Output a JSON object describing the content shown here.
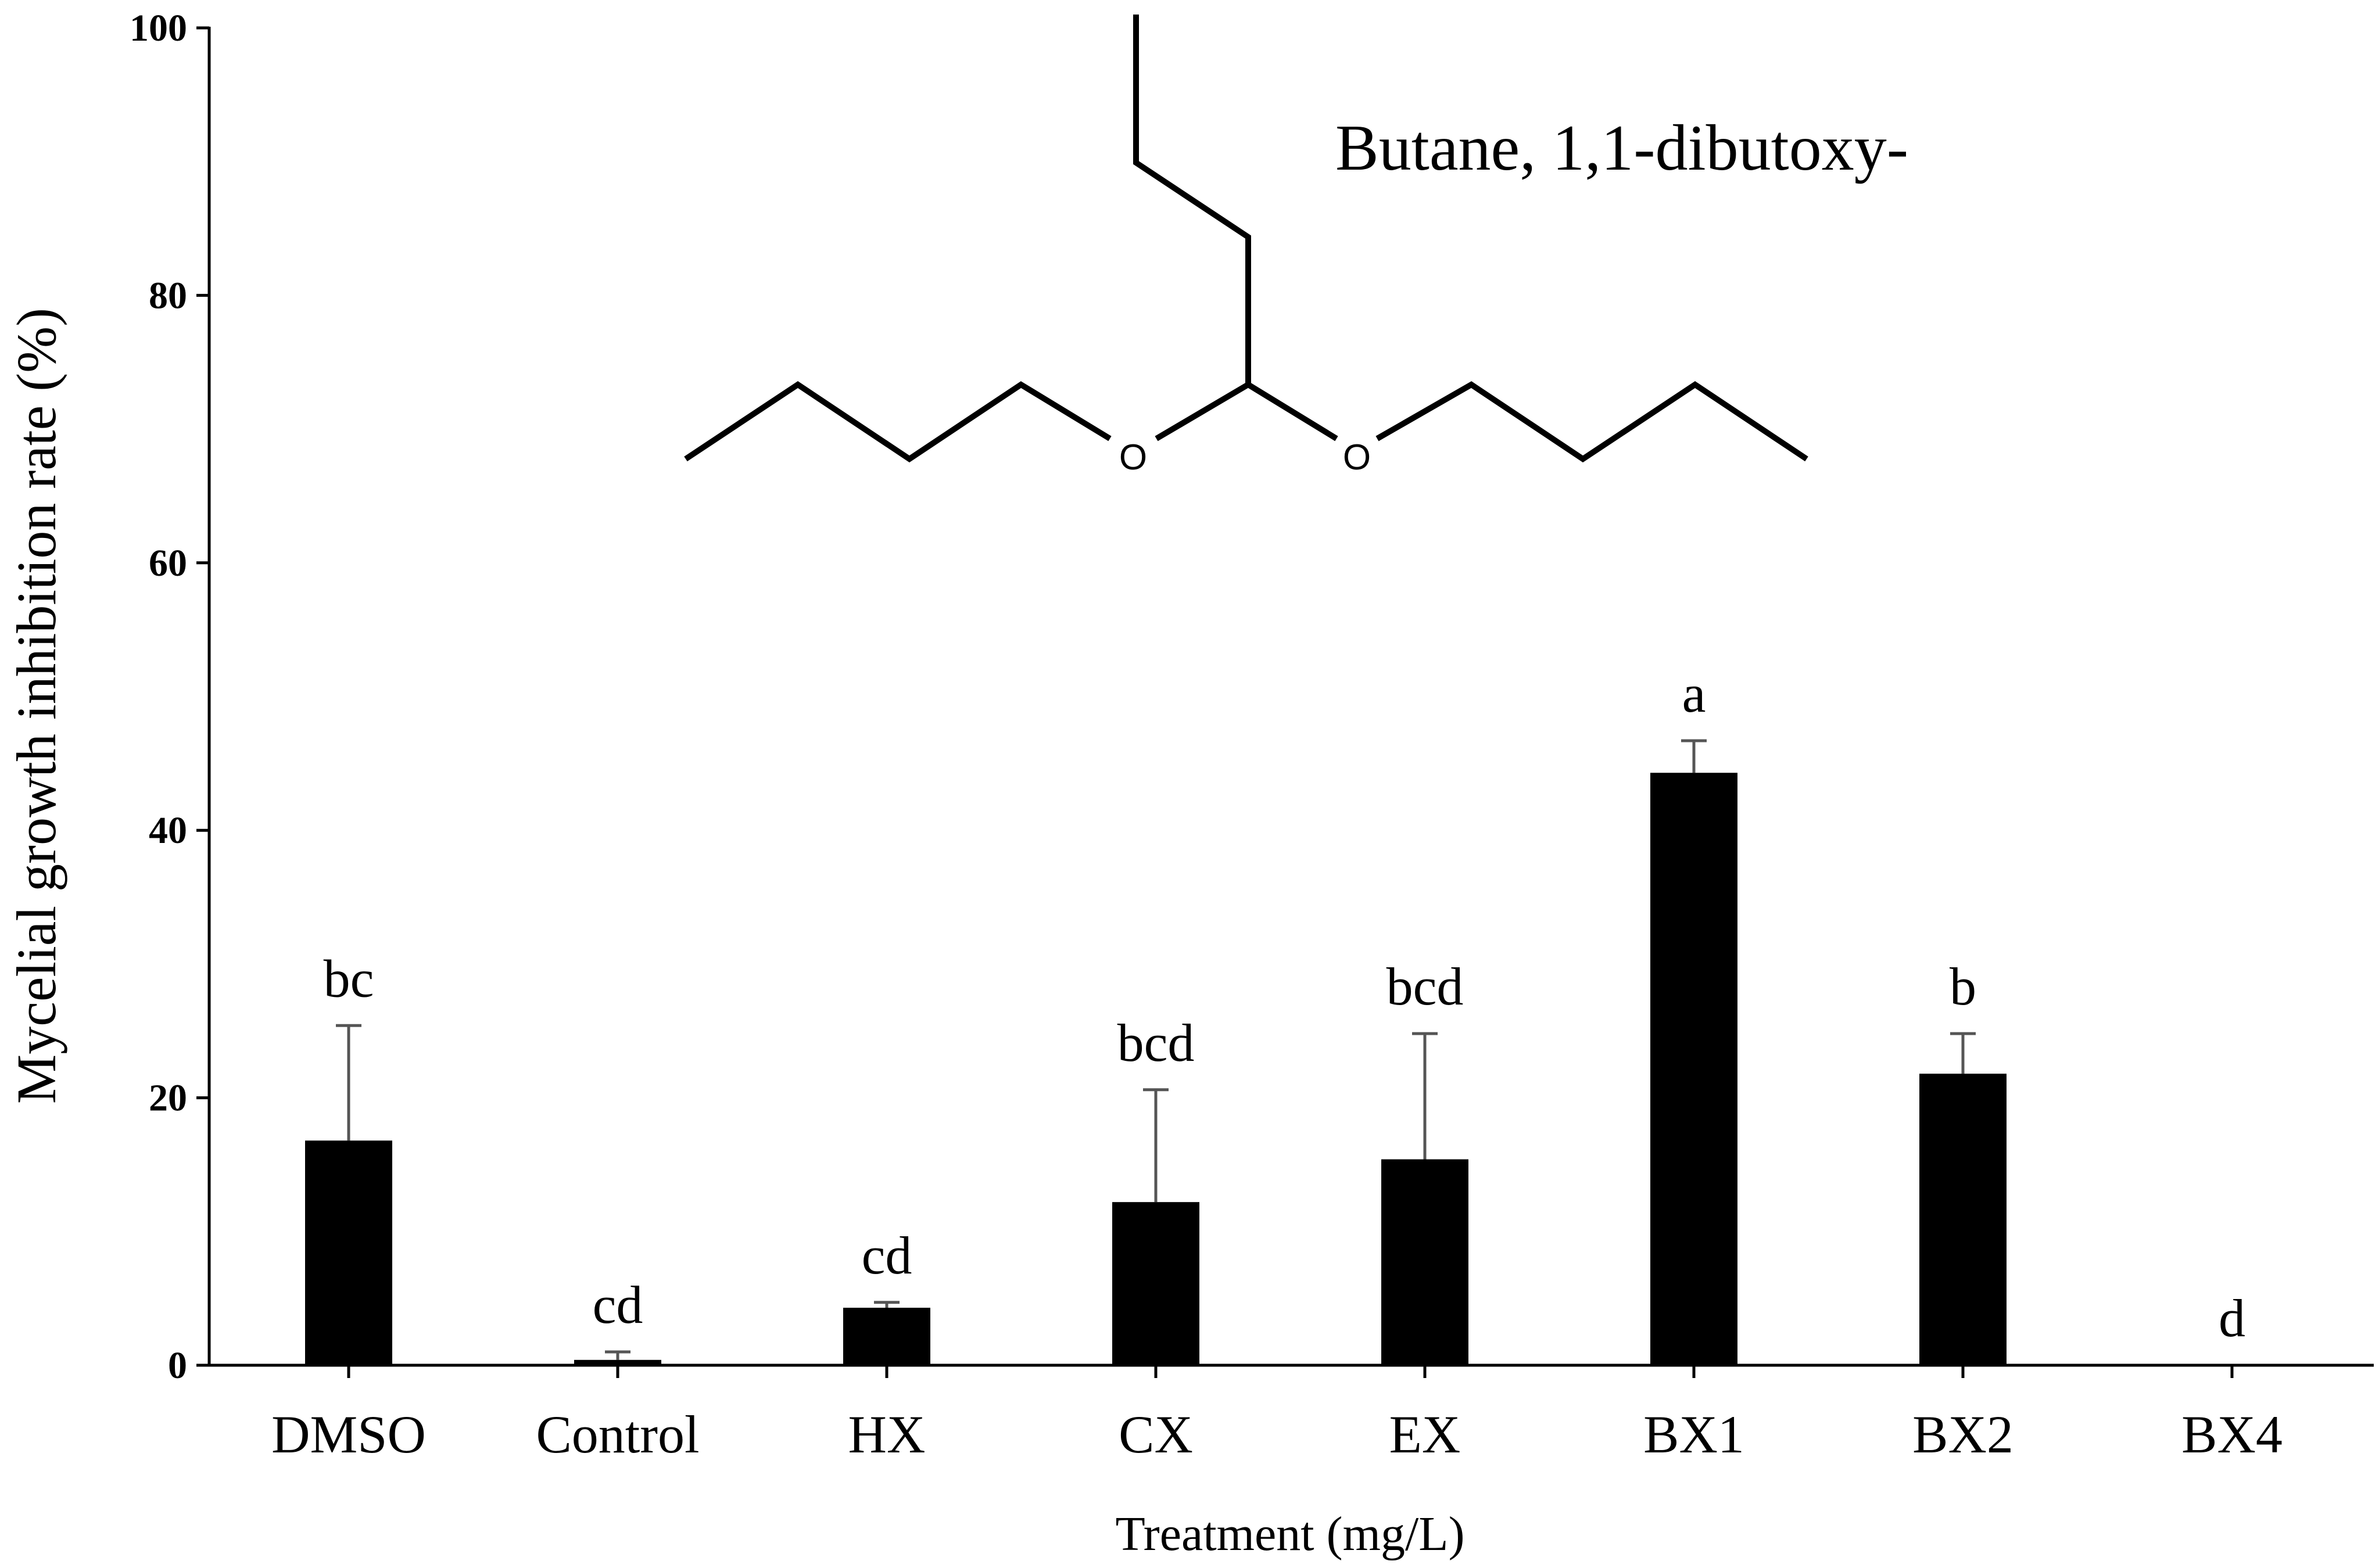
{
  "chart_data": {
    "type": "bar",
    "categories": [
      "DMSO",
      "Control",
      "HX",
      "CX",
      "EX",
      "BX1",
      "BX2",
      "BX4"
    ],
    "values": [
      16.8,
      0.4,
      4.3,
      12.2,
      15.4,
      44.3,
      21.8,
      0
    ],
    "errors": [
      8.6,
      0.6,
      0.4,
      8.4,
      9.4,
      2.4,
      3.0,
      0
    ],
    "significance": [
      "bc",
      "cd",
      "cd",
      "bcd",
      "bcd",
      "a",
      "b",
      "d"
    ],
    "ylabel": "Mycelial growth inhibition rate (%)",
    "xlabel": "Treatment (mg/L)",
    "ylim": [
      0,
      100
    ],
    "yticks": [
      0,
      20,
      40,
      60,
      80,
      100
    ],
    "bar_color": "#000000",
    "error_color": "#555555",
    "grid": false
  },
  "annotation": {
    "molecule_name": "Butane, 1,1-dibutoxy-",
    "atom_labels": [
      "O",
      "O"
    ]
  }
}
